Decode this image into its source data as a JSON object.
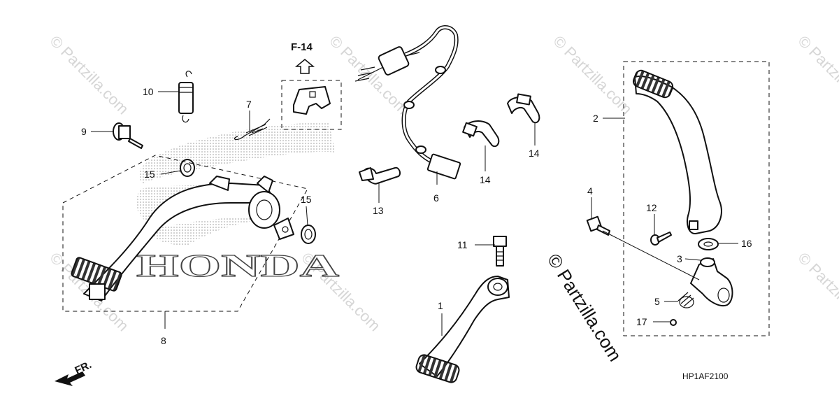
{
  "diagram": {
    "section_ref": "F-14",
    "drawing_code": "HP1AF2100",
    "front_marker": "FR.",
    "watermark_text": "© Partzilla.com",
    "logo_text": "HONDA",
    "callouts": {
      "c1": "1",
      "c2": "2",
      "c3": "3",
      "c4": "4",
      "c5": "5",
      "c6": "6",
      "c7": "7",
      "c8": "8",
      "c9": "9",
      "c10": "10",
      "c11": "11",
      "c12": "12",
      "c13": "13",
      "c14a": "14",
      "c14b": "14",
      "c15a": "15",
      "c15b": "15",
      "c16": "16",
      "c17": "17"
    }
  }
}
